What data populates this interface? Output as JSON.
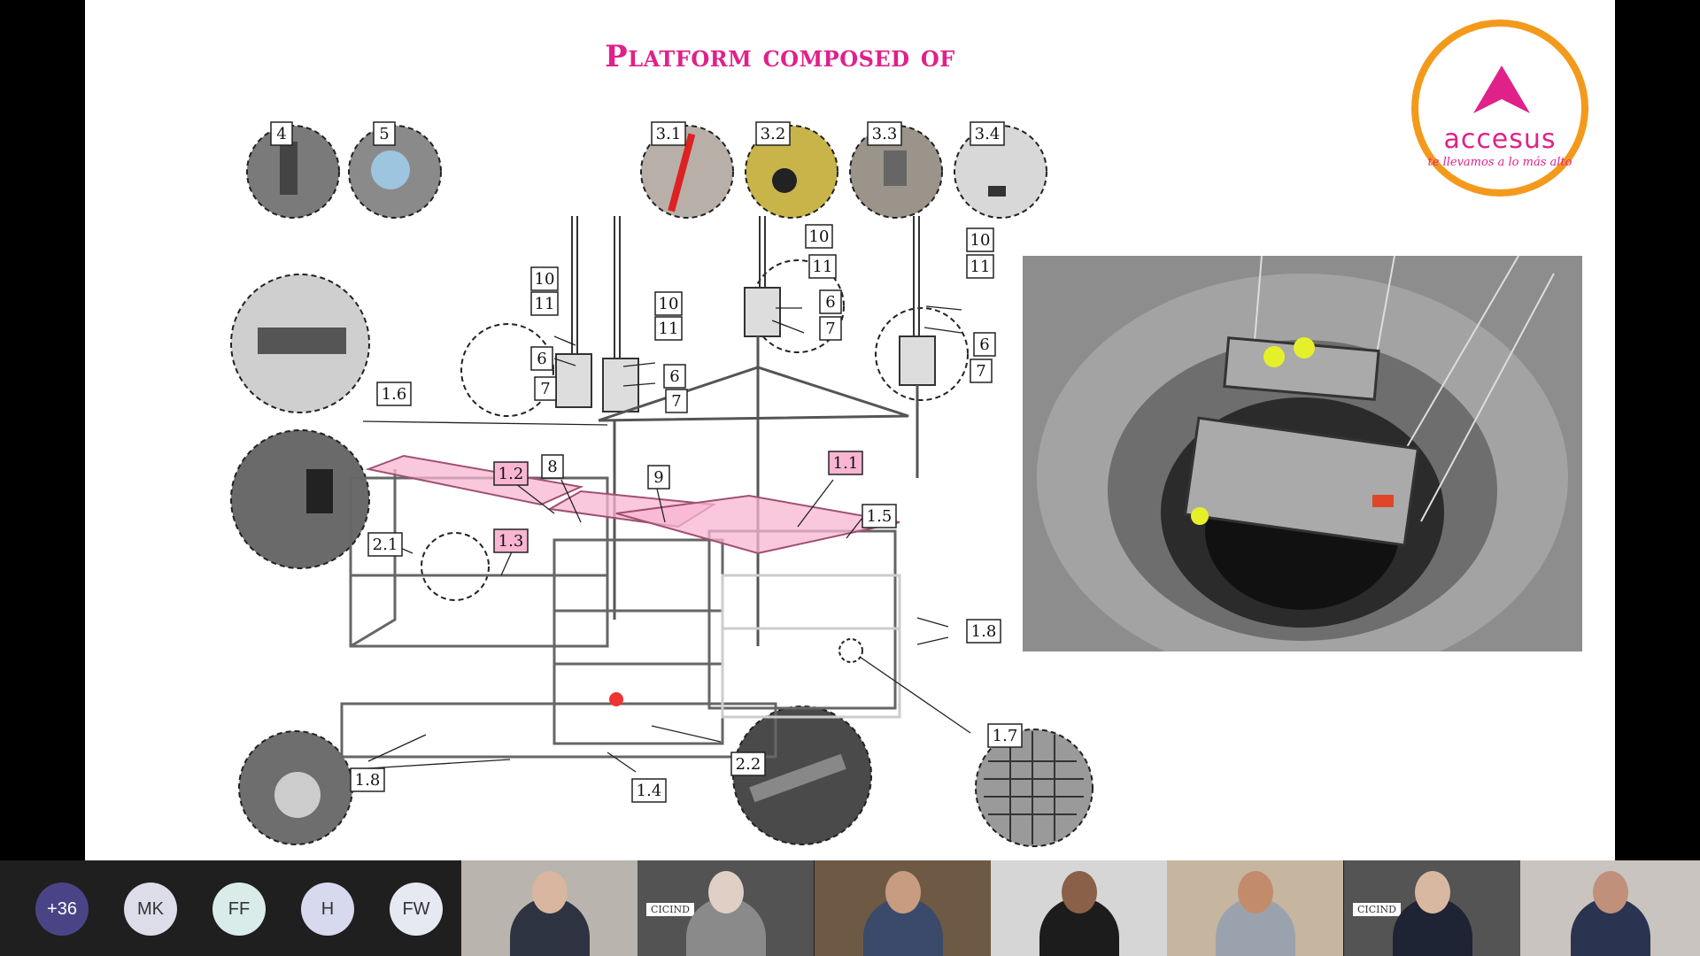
{
  "slide": {
    "title": "Platform composed of",
    "logo": {
      "name": "accesus",
      "tagline": "te llevamos a lo más alto"
    }
  },
  "diagram": {
    "labels": [
      "1.1",
      "1.2",
      "1.3",
      "1.4",
      "1.5",
      "1.6",
      "1.7",
      "1.8",
      "2.1",
      "2.2",
      "3.1",
      "3.2",
      "3.3",
      "3.4",
      "4",
      "5",
      "6",
      "7",
      "8",
      "9",
      "10",
      "11"
    ]
  },
  "meeting": {
    "overflow_count": "+36",
    "avatars": [
      "MK",
      "FF",
      "H",
      "FW"
    ],
    "banner_text": "CICIND"
  },
  "colors": {
    "accent": "#e0218a",
    "logo_ring": "#f39a1c",
    "highlight": "#f8b6d2"
  }
}
